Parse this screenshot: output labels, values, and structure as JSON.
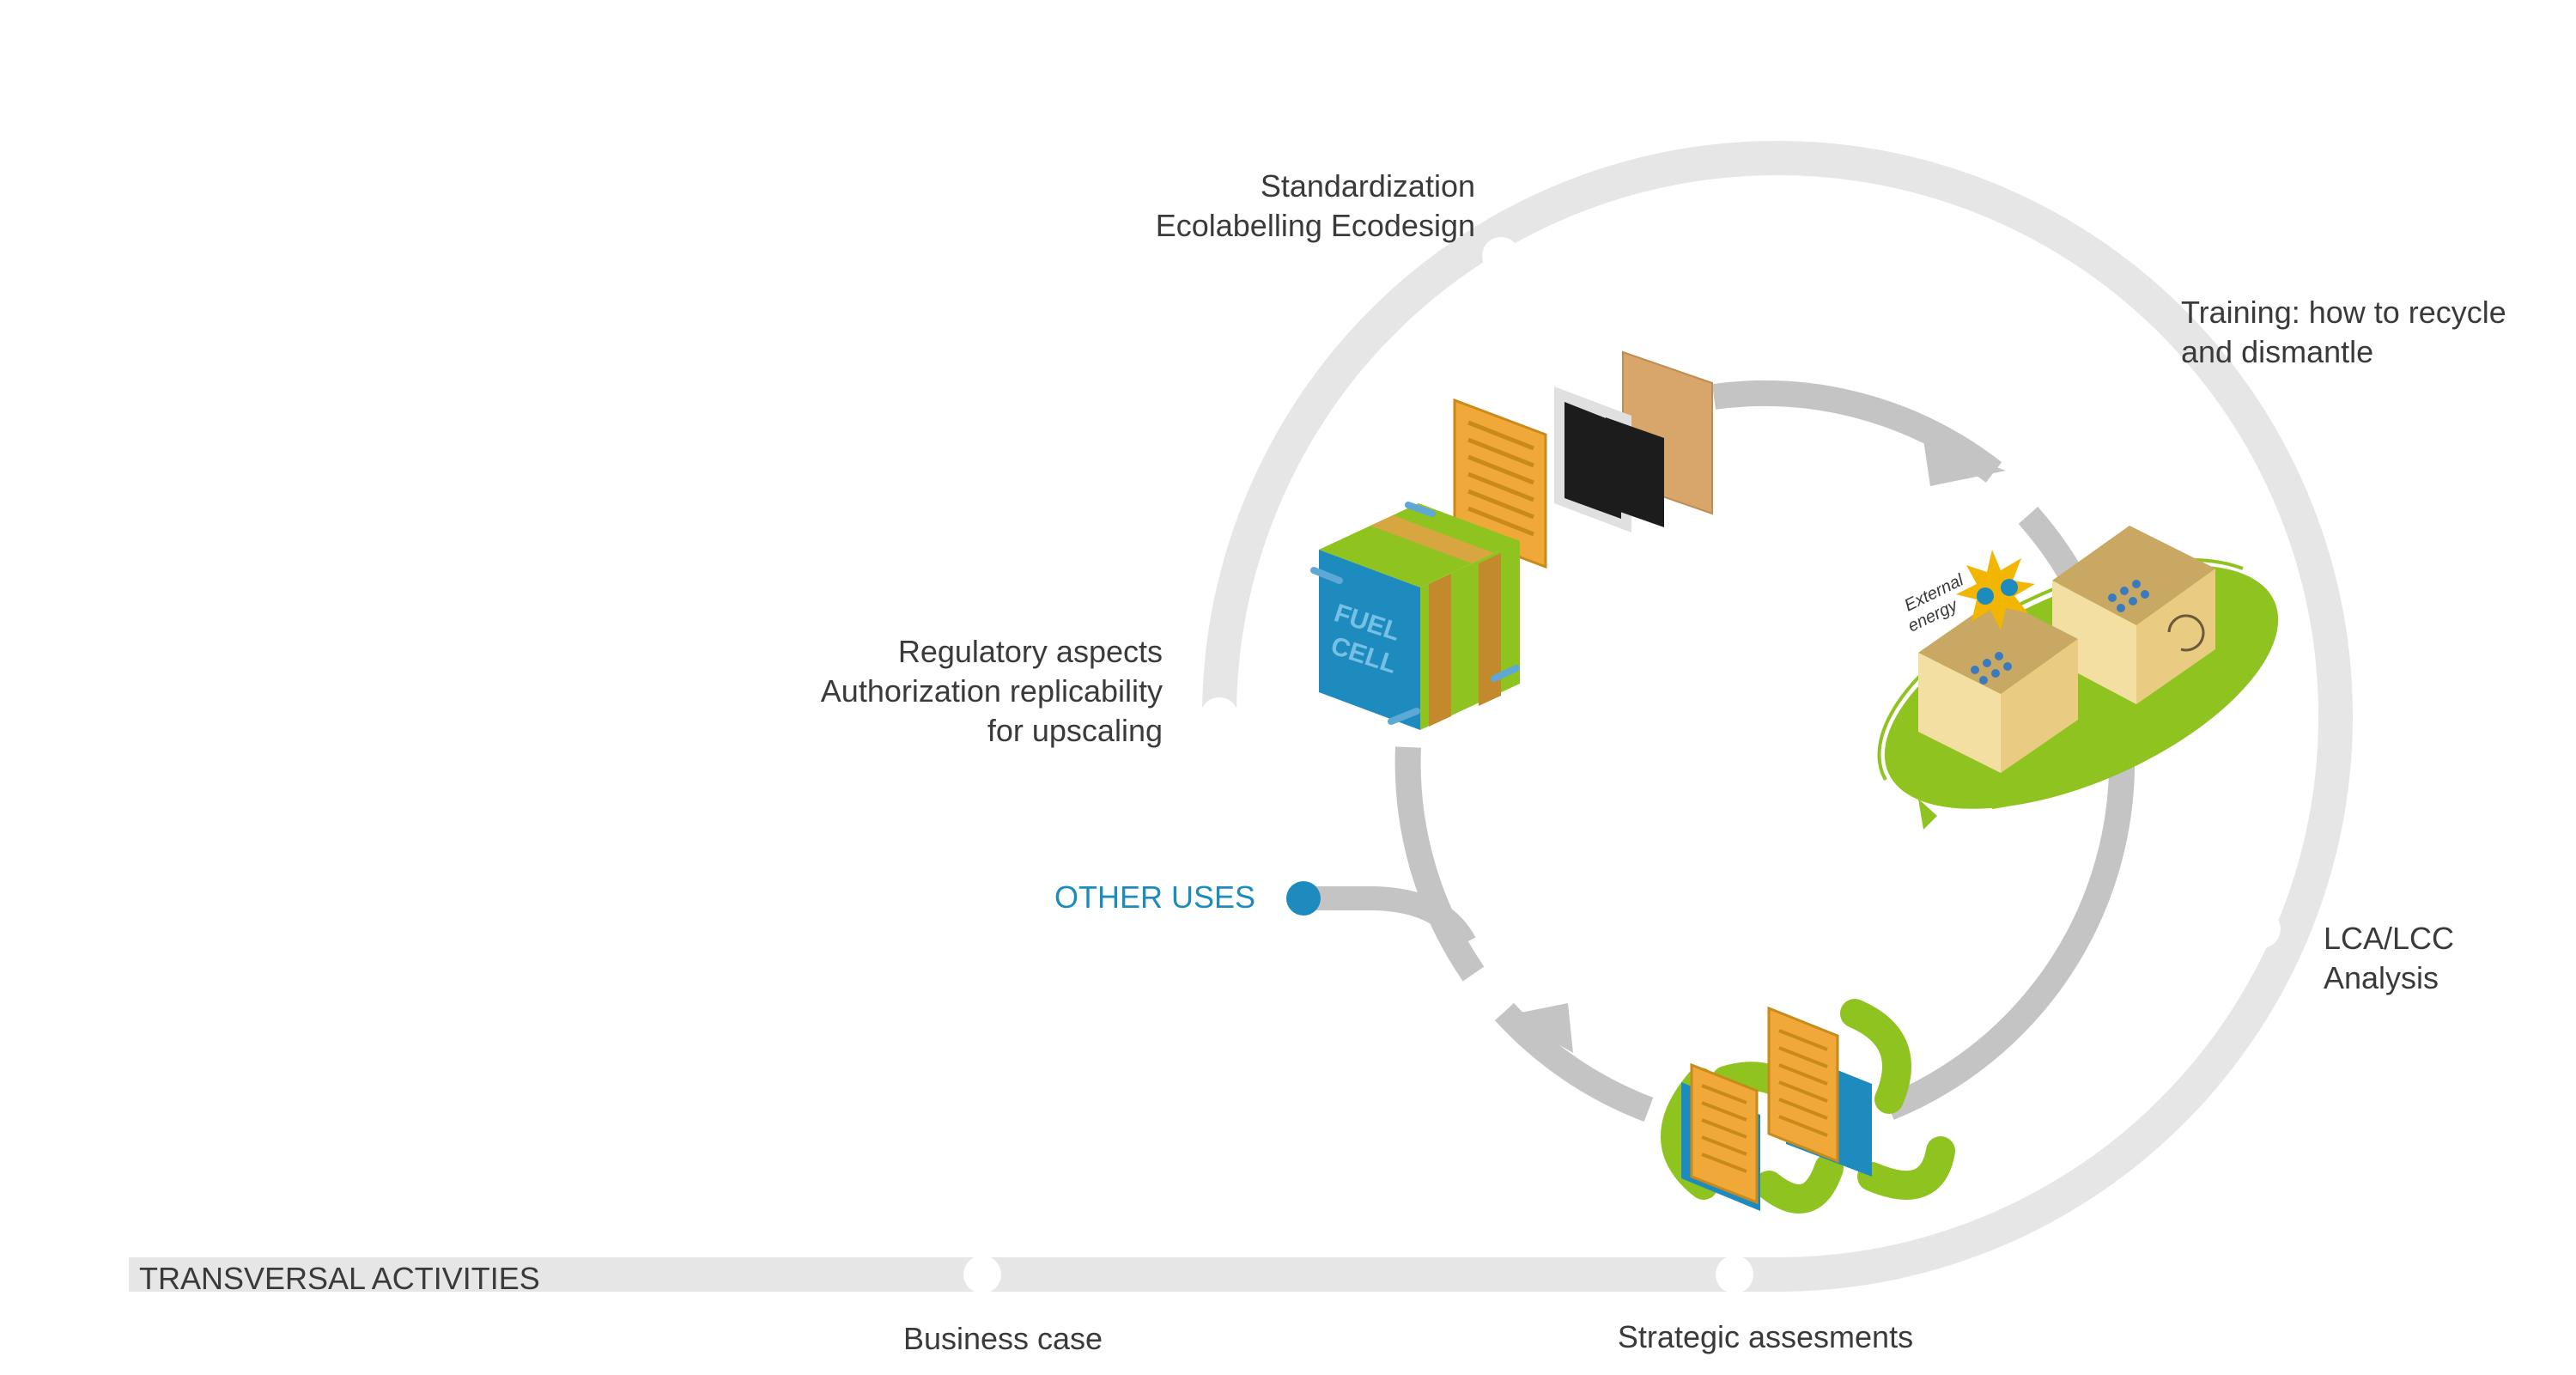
{
  "labels": {
    "standardization": [
      "Standardization",
      "Ecolabelling Ecodesign"
    ],
    "training": [
      "Training: how to recycle",
      "and dismantle"
    ],
    "regulatory": [
      "Regulatory aspects",
      "Authorization replicability",
      "for upscaling"
    ],
    "lca": [
      "LCA/LCC",
      "Analysis"
    ],
    "other_uses": "OTHER USES",
    "transversal": "TRANSVERSAL ACTIVITIES",
    "business_case": "Business case",
    "strategic": "Strategic assesments"
  },
  "stack": {
    "fuel_cell_line1": "FUEL",
    "fuel_cell_line2": "CELL"
  },
  "recycling": {
    "external_energy_line1": "External",
    "external_energy_line2": "energy"
  },
  "colors": {
    "outer_track": "#e6e6e6",
    "inner_track": "#c4c4c4",
    "accent_blue": "#1e8bbf",
    "green": "#8fc31f",
    "gold": "#e2a63d"
  }
}
